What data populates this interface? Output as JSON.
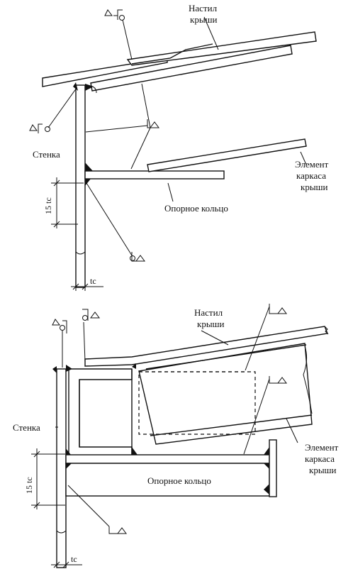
{
  "top": {
    "roof_deck": [
      "Настил",
      "крыши"
    ],
    "wall": "Стенка",
    "frame_element": [
      "Элемент",
      "каркаса",
      "крыши"
    ],
    "support_ring": "Опорное кольцо",
    "dim_15tc": "15 tc",
    "dim_tc": "tc"
  },
  "bottom": {
    "roof_deck": [
      "Настил",
      "крыши"
    ],
    "wall": "Стенка",
    "frame_element": [
      "Элемент",
      "каркаса",
      "крыши"
    ],
    "support_ring": "Опорное кольцо",
    "dim_15tc": "15 tc",
    "dim_tc": "tc"
  },
  "weld_symbol_icon": "fillet-weld-triangle-icon",
  "weld_all_around_icon": "weld-all-around-circle-icon"
}
